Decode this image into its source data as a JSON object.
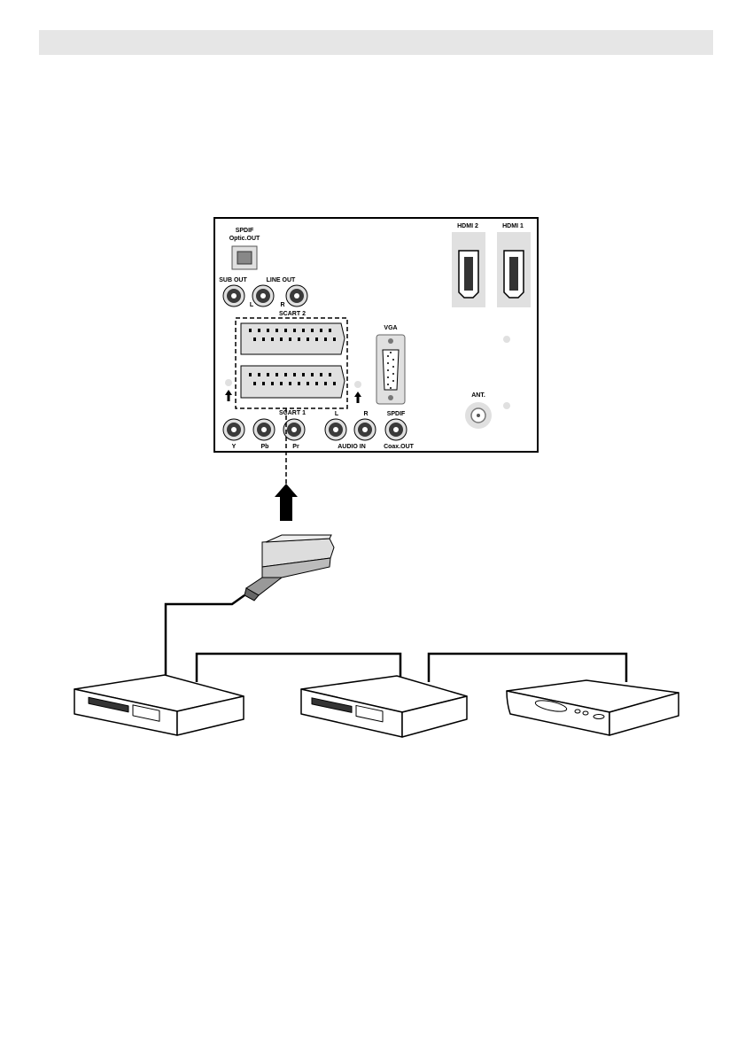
{
  "panel": {
    "spdif_optic_line1": "SPDIF",
    "spdif_optic_line2": "Optic.OUT",
    "sub_out": "SUB OUT",
    "line_out": "LINE OUT",
    "line_out_l": "L",
    "line_out_r": "R",
    "scart2": "SCART 2",
    "scart1": "SCART 1",
    "vga": "VGA",
    "hdmi2": "HDMI 2",
    "hdmi1": "HDMI 1",
    "ant": "ANT.",
    "y": "Y",
    "pb": "Pb",
    "pr": "Pr",
    "audio_l": "L",
    "audio_r": "R",
    "audio_in": "AUDIO IN",
    "spdif_coax_line1": "SPDIF",
    "spdif_coax_line2": "Coax.OUT"
  },
  "colors": {
    "header_bar": "#e6e6e6",
    "port_fill": "#e0e0e0",
    "jack_core": "#3a3a3a"
  }
}
